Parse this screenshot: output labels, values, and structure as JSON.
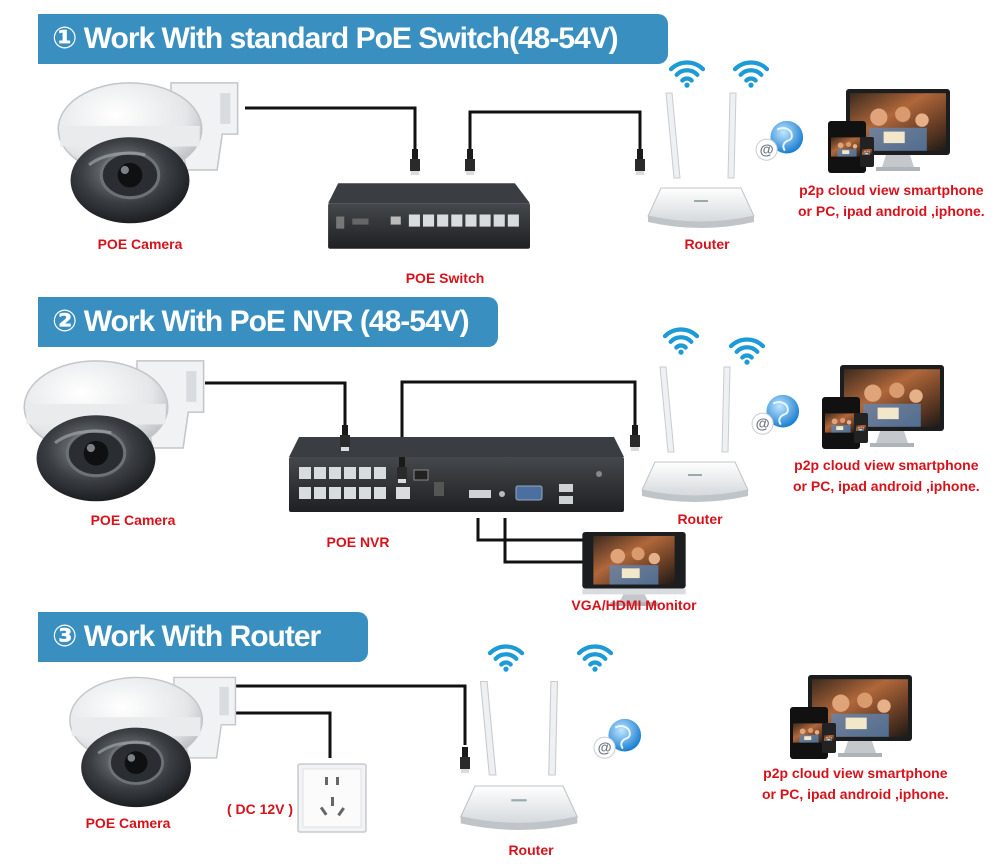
{
  "sections": [
    {
      "title": "① Work With standard PoE Switch(48-54V)",
      "camera_label": "POE Camera",
      "device_label": "POE Switch",
      "router_label": "Router",
      "p2p": [
        "p2p cloud  view smartphone",
        "or PC, ipad android ,iphone."
      ]
    },
    {
      "title": "② Work With PoE NVR (48-54V)",
      "camera_label": "POE Camera",
      "device_label": "POE NVR",
      "router_label": "Router",
      "monitor_label": "VGA/HDMI Monitor",
      "p2p": [
        "p2p cloud  view smartphone",
        "or PC, ipad android ,iphone."
      ]
    },
    {
      "title": "③ Work With Router",
      "camera_label": "POE Camera",
      "power_label": "( DC 12V )",
      "router_label": "Router",
      "p2p": [
        "p2p cloud  view smartphone",
        "or PC, ipad android ,iphone."
      ]
    }
  ],
  "colors": {
    "banner": "#3a8fc1",
    "label": "#d8121b",
    "cable": "#111111"
  },
  "icons": [
    "dome-camera-icon",
    "poe-switch-icon",
    "nvr-icon",
    "router-icon",
    "wifi-icon",
    "globe-icon",
    "devices-icon",
    "monitor-icon",
    "power-outlet-icon"
  ]
}
